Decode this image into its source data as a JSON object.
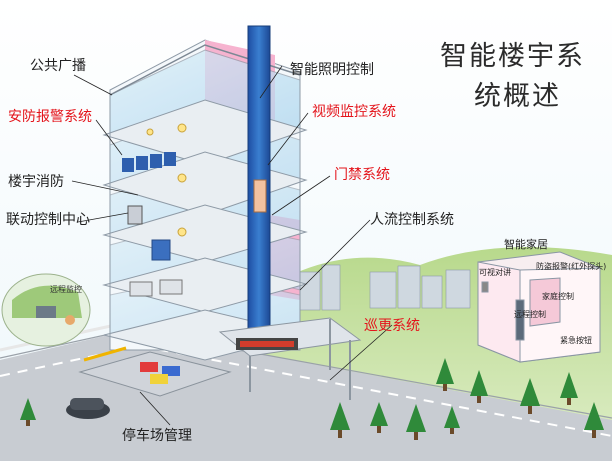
{
  "title": {
    "line1": "智能楼宇系",
    "line2": "统概述"
  },
  "labels": {
    "public_broadcast": "公共广播",
    "security_alarm": "安防报警系统",
    "building_fire": "楼宇消防",
    "linkage_center": "联动控制中心",
    "smart_lighting": "智能照明控制",
    "video_monitoring": "视频监控系统",
    "access_control": "门禁系统",
    "people_flow": "人流控制系统",
    "patrol": "巡更系统",
    "parking": "停车场管理"
  },
  "remote_label": "远程监控",
  "smart_home": {
    "title": "智能家居",
    "intercom": "可视对讲",
    "anti_theft": "防盗报警(红外探头)",
    "home_control": "家庭控制",
    "remote": "远程控制",
    "emergency": "紧急按钮"
  },
  "colors": {
    "red_label": "#e4141b",
    "elevator_blue": "#2a63b8",
    "pink_wall": "#f6b3cf",
    "glass_blue": "#bfe0f2",
    "ground_gray": "#b9bfc8"
  }
}
